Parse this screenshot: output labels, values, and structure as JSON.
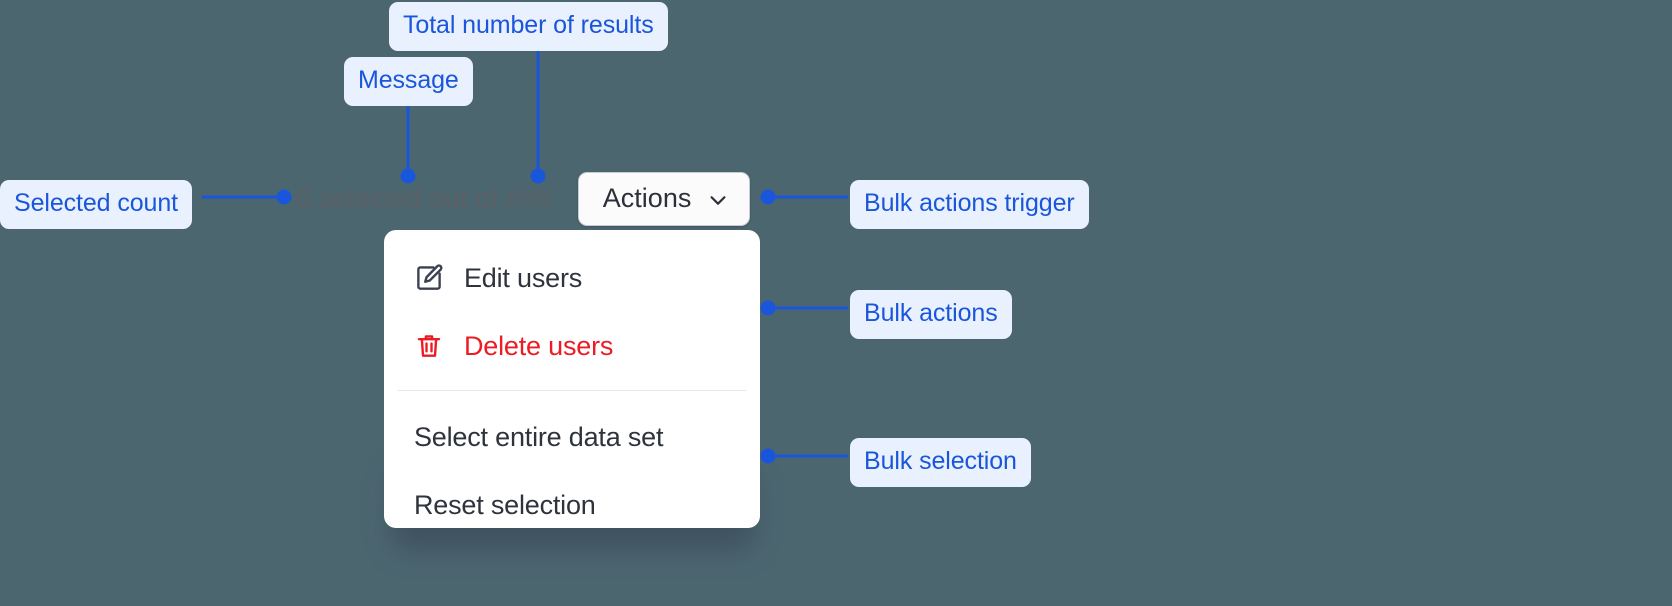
{
  "canvas": {
    "background_color": "#4c6670",
    "annotation_color": "#1a56db",
    "annotation_chip_background": "#eaf1fe"
  },
  "toolbar": {
    "selected_count": "6",
    "message_middle": " selected out of ",
    "total_results": "###",
    "full_message": "6 selected out of ###",
    "actions_button_label": "Actions",
    "actions_button_icon": "chevron-down-icon"
  },
  "menu": {
    "items": [
      {
        "label": "Edit users",
        "icon": "edit-pencil-square-icon",
        "tone": "default"
      },
      {
        "label": "Delete users",
        "icon": "trash-icon",
        "tone": "danger"
      }
    ],
    "selection_items": [
      {
        "label": "Select entire data set",
        "icon": "",
        "tone": "default"
      },
      {
        "label": "Reset selection",
        "icon": "",
        "tone": "default"
      }
    ]
  },
  "annotations": [
    {
      "id": "total-number-of-results",
      "label": "Total number of results"
    },
    {
      "id": "message",
      "label": "Message"
    },
    {
      "id": "selected-count",
      "label": "Selected count"
    },
    {
      "id": "bulk-actions-trigger",
      "label": "Bulk actions trigger"
    },
    {
      "id": "bulk-actions",
      "label": "Bulk actions"
    },
    {
      "id": "bulk-selection",
      "label": "Bulk selection"
    }
  ]
}
